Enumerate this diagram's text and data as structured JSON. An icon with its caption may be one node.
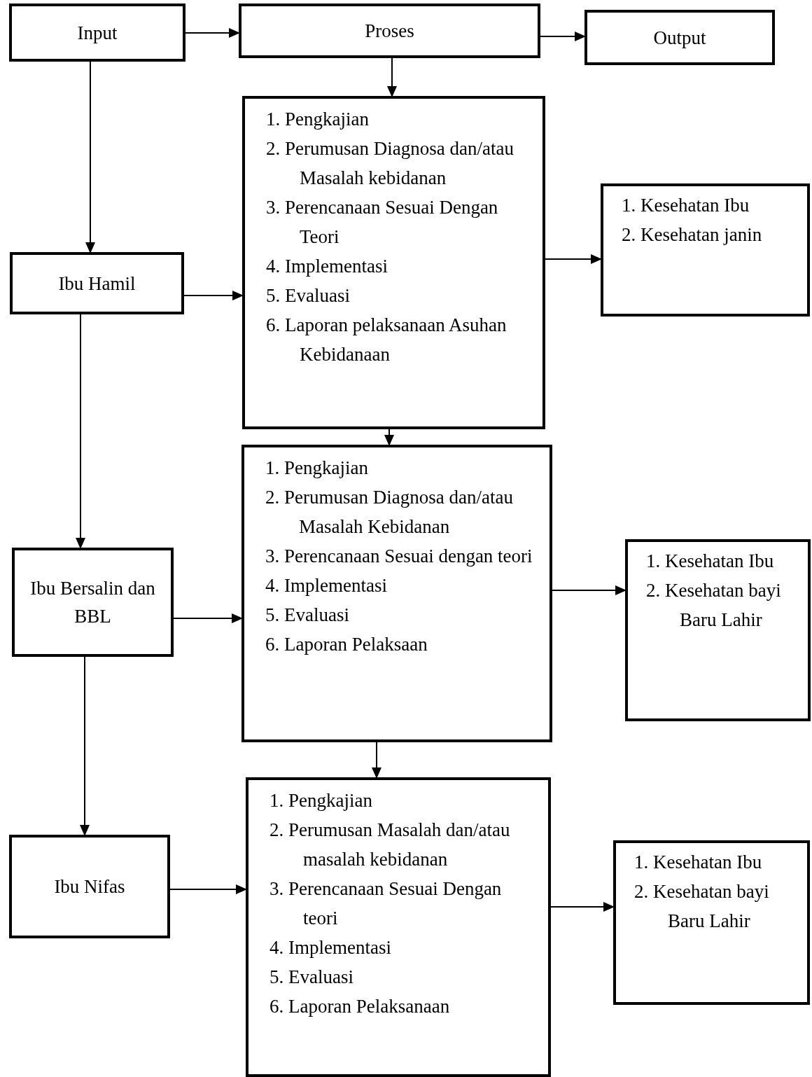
{
  "diagram": {
    "nodes": [
      {
        "text": [
          "Input"
        ]
      },
      {
        "text": [
          "Proses"
        ]
      },
      {
        "text": [
          "Output"
        ]
      },
      {
        "text": [
          "Ibu Hamil"
        ]
      },
      {
        "text": [
          "1. Pengkajian",
          "2. Perumusan Diagnosa dan/atau Masalah kebidanan",
          "3. Perencanaan Sesuai Dengan Teori",
          "4. Implementasi",
          "5. Evaluasi",
          "6. Laporan pelaksanaan Asuhan Kebidanaan"
        ]
      },
      {
        "text": [
          "1. Kesehatan Ibu",
          "2. Kesehatan janin"
        ]
      },
      {
        "text": [
          "Ibu Bersalin dan BBL"
        ]
      },
      {
        "text": [
          "1. Pengkajian",
          "2. Perumusan Diagnosa dan/atau Masalah Kebidanan",
          "3. Perencanaan Sesuai dengan teori",
          "4. Implementasi",
          "5. Evaluasi",
          "6. Laporan Pelaksaan"
        ]
      },
      {
        "text": [
          "1. Kesehatan Ibu",
          "2. Kesehatan bayi Baru Lahir"
        ]
      },
      {
        "text": [
          "Ibu Nifas"
        ]
      },
      {
        "text": [
          "1. Pengkajian",
          "2. Perumusan Masalah dan/atau masalah kebidanan",
          "3. Perencanaan Sesuai Dengan teori",
          "4. Implementasi",
          "5. Evaluasi",
          "6. Laporan Pelaksanaan"
        ]
      },
      {
        "text": [
          "1. Kesehatan Ibu",
          "2. Kesehatan bayi Baru Lahir"
        ]
      }
    ],
    "edges": [
      {
        "from": 0,
        "to": 1,
        "arrow": "to"
      },
      {
        "from": 1,
        "to": 2,
        "arrow": "to"
      },
      {
        "from": 1,
        "to": 4,
        "arrow": "to"
      },
      {
        "from": 0,
        "to": 3,
        "arrow": "to"
      },
      {
        "from": 3,
        "to": 4,
        "arrow": "to"
      },
      {
        "from": 4,
        "to": 5,
        "arrow": "to"
      },
      {
        "from": 3,
        "to": 6,
        "arrow": "to"
      },
      {
        "from": 4,
        "to": 7,
        "arrow": "to"
      },
      {
        "from": 6,
        "to": 7,
        "arrow": "to"
      },
      {
        "from": 7,
        "to": 8,
        "arrow": "to"
      },
      {
        "from": 6,
        "to": 9,
        "arrow": "to"
      },
      {
        "from": 7,
        "to": 10,
        "arrow": "to"
      },
      {
        "from": 9,
        "to": 10,
        "arrow": "to"
      },
      {
        "from": 10,
        "to": 11,
        "arrow": "to"
      }
    ]
  }
}
